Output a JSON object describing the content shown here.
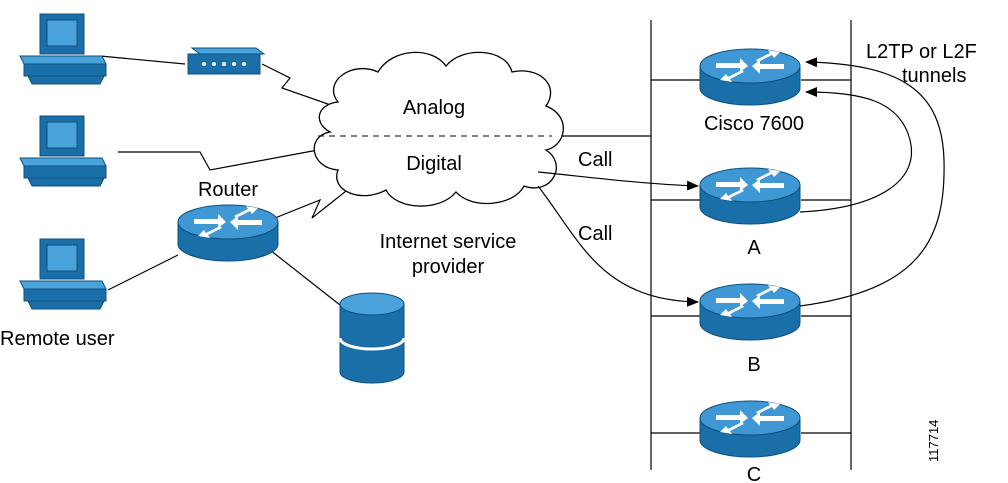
{
  "cloud": {
    "upper_label": "Analog",
    "lower_label": "Digital",
    "caption_line1": "Internet service",
    "caption_line2": "provider"
  },
  "routers": {
    "isp_router": "Router",
    "cisco": "Cisco 7600",
    "a": "A",
    "b": "B",
    "c": "C"
  },
  "calls": {
    "call1": "Call",
    "call2": "Call"
  },
  "tunnels": {
    "line1": "L2TP or L2F",
    "line2": "tunnels"
  },
  "remote_user": "Remote user",
  "figure_id": "117714",
  "colors": {
    "device_blue": "#1b6fa8",
    "device_top": "#4aa3db",
    "screen": "#2a86c6",
    "line": "#000000"
  }
}
